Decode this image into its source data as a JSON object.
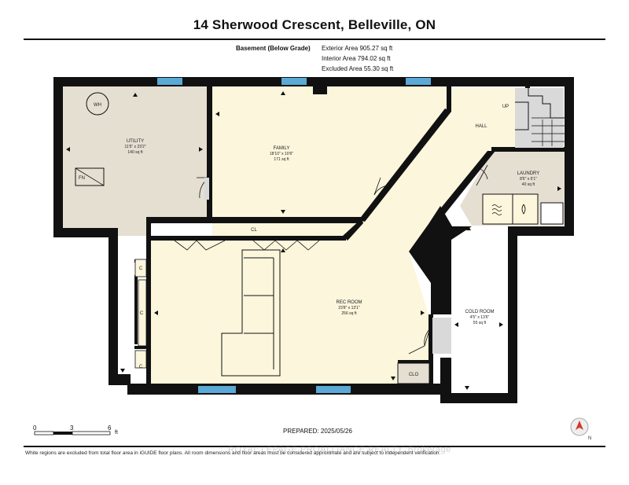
{
  "title": "14 Sherwood Crescent, Belleville, ON",
  "level": {
    "name": "Basement (Below Grade)",
    "exterior_area": "Exterior Area 905.27 sq ft",
    "interior_area": "Interior Area 794.02 sq ft",
    "excluded_area": "Excluded Area 55.30 sq ft"
  },
  "rooms": {
    "utility": {
      "name": "UTILITY",
      "dims": "11'5\" x 23'2\"",
      "area": "140 sq ft"
    },
    "family": {
      "name": "FAMILY",
      "dims": "18'10\" x 10'6\"",
      "area": "171 sq ft"
    },
    "hall": {
      "name": "HALL"
    },
    "up": {
      "name": "UP"
    },
    "laundry": {
      "name": "LAUNDRY",
      "dims": "8'6\" x 6'1\"",
      "area": "40 sq ft"
    },
    "rec_room": {
      "name": "REC ROOM",
      "dims": "23'8\" x 13'1\"",
      "area": "256 sq ft"
    },
    "cold_room": {
      "name": "COLD ROOM",
      "dims": "4'5\" x 13'6\"",
      "area": "55 sq ft"
    },
    "cl": {
      "name": "CL"
    },
    "clo": {
      "name": "CLO"
    },
    "c1": {
      "name": "C"
    },
    "c2": {
      "name": "C"
    },
    "wh": {
      "name": "WH"
    },
    "fn": {
      "name": "FN"
    },
    "mid_label": {
      "name": "C"
    }
  },
  "scale": {
    "n0": "0",
    "n3": "3",
    "n6": "6",
    "unit": "ft"
  },
  "prepared": "PREPARED: 2025/05/26",
  "footer": "White regions are excluded from total floor area in iGUIDE floor plans. All room dimensions and floor areas must be considered approximate and are subject to independent verification.",
  "watermark": "ROYAL LEPAGE PROALLIANCE REALTY, Brokerage",
  "colors": {
    "wall": "#111111",
    "utility_floor": "#e5dfd2",
    "living_floor": "#fbf6dc",
    "window": "#5aa9d6",
    "stair_grey": "#d9d9d9",
    "compass_red": "#d33a2c"
  }
}
